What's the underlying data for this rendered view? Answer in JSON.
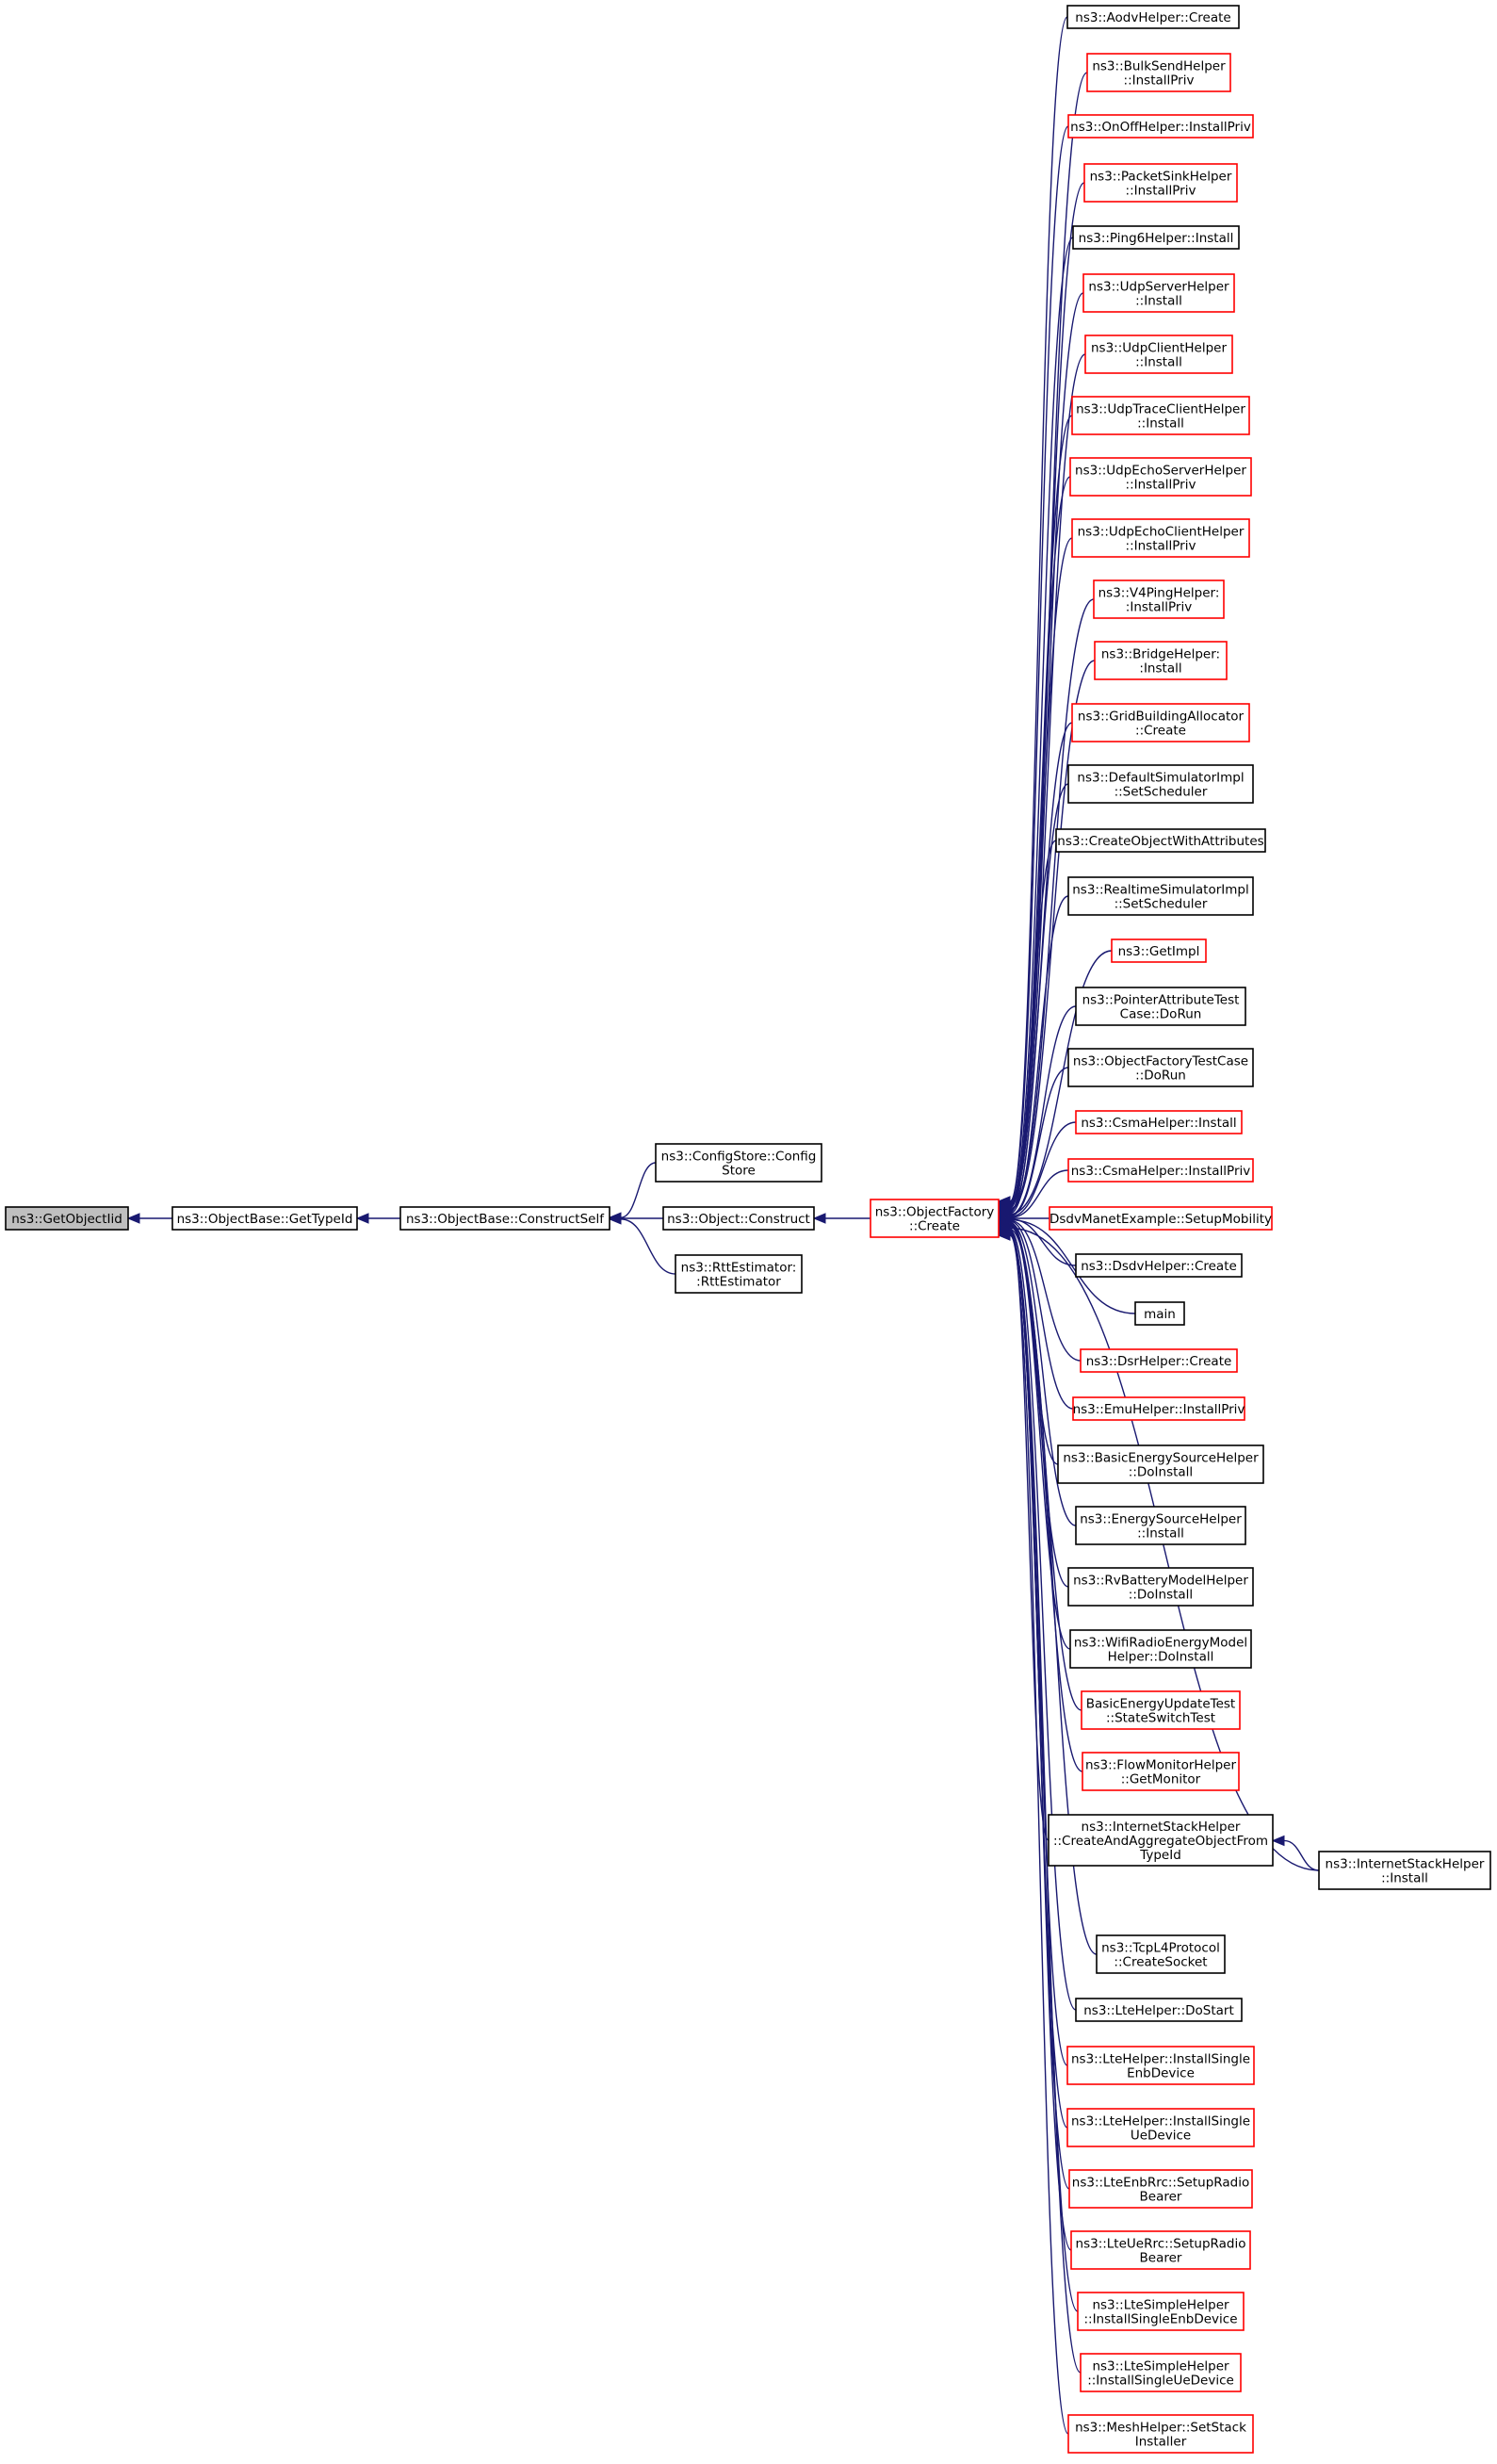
{
  "colors": {
    "edge": "#191970",
    "border_documented": "#000000",
    "border_truncated": "#ff0000",
    "fill_focus": "#bfbfbf",
    "fill_default": "#ffffff"
  },
  "nodes": [
    {
      "id": "getobjectiid",
      "lines": [
        "ns3::GetObjectIid"
      ],
      "border": "black",
      "focus": true
    },
    {
      "id": "objectbase-gettypeid",
      "lines": [
        "ns3::ObjectBase::GetTypeId"
      ],
      "border": "black"
    },
    {
      "id": "objectbase-constructself",
      "lines": [
        "ns3::ObjectBase::ConstructSelf"
      ],
      "border": "black"
    },
    {
      "id": "configstore-configstore",
      "lines": [
        "ns3::ConfigStore::Config",
        "Store"
      ],
      "border": "black"
    },
    {
      "id": "object-construct",
      "lines": [
        "ns3::Object::Construct"
      ],
      "border": "black"
    },
    {
      "id": "rttestimator-rttestimator",
      "lines": [
        "ns3::RttEstimator:",
        ":RttEstimator"
      ],
      "border": "black"
    },
    {
      "id": "objectfactory-create",
      "lines": [
        "ns3::ObjectFactory",
        "::Create"
      ],
      "border": "red"
    },
    {
      "id": "aodvhelper-create",
      "lines": [
        "ns3::AodvHelper::Create"
      ],
      "border": "black"
    },
    {
      "id": "bulksendhelper-installpriv",
      "lines": [
        "ns3::BulkSendHelper",
        "::InstallPriv"
      ],
      "border": "red"
    },
    {
      "id": "onoffhelper-installpriv",
      "lines": [
        "ns3::OnOffHelper::InstallPriv"
      ],
      "border": "red"
    },
    {
      "id": "packetsinkhelper-installpriv",
      "lines": [
        "ns3::PacketSinkHelper",
        "::InstallPriv"
      ],
      "border": "red"
    },
    {
      "id": "ping6helper-install",
      "lines": [
        "ns3::Ping6Helper::Install"
      ],
      "border": "black"
    },
    {
      "id": "udpserverhelper-install",
      "lines": [
        "ns3::UdpServerHelper",
        "::Install"
      ],
      "border": "red"
    },
    {
      "id": "udpclienthelper-install",
      "lines": [
        "ns3::UdpClientHelper",
        "::Install"
      ],
      "border": "red"
    },
    {
      "id": "udptraceclienthelper-install",
      "lines": [
        "ns3::UdpTraceClientHelper",
        "::Install"
      ],
      "border": "red"
    },
    {
      "id": "udpechoserverhelper-installpriv",
      "lines": [
        "ns3::UdpEchoServerHelper",
        "::InstallPriv"
      ],
      "border": "red"
    },
    {
      "id": "udpechoclienthelper-installpriv",
      "lines": [
        "ns3::UdpEchoClientHelper",
        "::InstallPriv"
      ],
      "border": "red"
    },
    {
      "id": "v4pinghelper-installpriv",
      "lines": [
        "ns3::V4PingHelper:",
        ":InstallPriv"
      ],
      "border": "red"
    },
    {
      "id": "bridgehelper-install",
      "lines": [
        "ns3::BridgeHelper:",
        ":Install"
      ],
      "border": "red"
    },
    {
      "id": "gridbuildingallocator-create",
      "lines": [
        "ns3::GridBuildingAllocator",
        "::Create"
      ],
      "border": "red"
    },
    {
      "id": "defaultsimulatorimpl-setscheduler",
      "lines": [
        "ns3::DefaultSimulatorImpl",
        "::SetScheduler"
      ],
      "border": "black"
    },
    {
      "id": "createobjectwithattributes",
      "lines": [
        "ns3::CreateObjectWithAttributes"
      ],
      "border": "black"
    },
    {
      "id": "realtimesimulatorimpl-setscheduler",
      "lines": [
        "ns3::RealtimeSimulatorImpl",
        "::SetScheduler"
      ],
      "border": "black"
    },
    {
      "id": "getimpl",
      "lines": [
        "ns3::GetImpl"
      ],
      "border": "red"
    },
    {
      "id": "pointerattributetestcase-dorun",
      "lines": [
        "ns3::PointerAttributeTest",
        "Case::DoRun"
      ],
      "border": "black"
    },
    {
      "id": "objectfactorytestcase-dorun",
      "lines": [
        "ns3::ObjectFactoryTestCase",
        "::DoRun"
      ],
      "border": "black"
    },
    {
      "id": "csmahelper-install",
      "lines": [
        "ns3::CsmaHelper::Install"
      ],
      "border": "red"
    },
    {
      "id": "csmahelper-installpriv",
      "lines": [
        "ns3::CsmaHelper::InstallPriv"
      ],
      "border": "red"
    },
    {
      "id": "dsdvmanetexample-setupmobility",
      "lines": [
        "DsdvManetExample::SetupMobility"
      ],
      "border": "red"
    },
    {
      "id": "dsdvhelper-create",
      "lines": [
        "ns3::DsdvHelper::Create"
      ],
      "border": "black"
    },
    {
      "id": "main",
      "lines": [
        "main"
      ],
      "border": "black"
    },
    {
      "id": "dsrhelper-create",
      "lines": [
        "ns3::DsrHelper::Create"
      ],
      "border": "red"
    },
    {
      "id": "emuhelper-installpriv",
      "lines": [
        "ns3::EmuHelper::InstallPriv"
      ],
      "border": "red"
    },
    {
      "id": "basicenergysourcehelper-doinstall",
      "lines": [
        "ns3::BasicEnergySourceHelper",
        "::DoInstall"
      ],
      "border": "black"
    },
    {
      "id": "energysourcehelper-install",
      "lines": [
        "ns3::EnergySourceHelper",
        "::Install"
      ],
      "border": "black"
    },
    {
      "id": "rvbatterymodelhelper-doinstall",
      "lines": [
        "ns3::RvBatteryModelHelper",
        "::DoInstall"
      ],
      "border": "black"
    },
    {
      "id": "wifiradioenergymodelhelper-doinstall",
      "lines": [
        "ns3::WifiRadioEnergyModel",
        "Helper::DoInstall"
      ],
      "border": "black"
    },
    {
      "id": "basicenergyupdatetest-stateswitchtest",
      "lines": [
        "BasicEnergyUpdateTest",
        "::StateSwitchTest"
      ],
      "border": "red"
    },
    {
      "id": "flowmonitorhelper-getmonitor",
      "lines": [
        "ns3::FlowMonitorHelper",
        "::GetMonitor"
      ],
      "border": "red"
    },
    {
      "id": "internetstackhelper-createandaggregate",
      "lines": [
        "ns3::InternetStackHelper",
        "::CreateAndAggregateObjectFrom",
        "TypeId"
      ],
      "border": "black"
    },
    {
      "id": "internetstackhelper-install",
      "lines": [
        "ns3::InternetStackHelper",
        "::Install"
      ],
      "border": "black"
    },
    {
      "id": "tcpl4protocol-createsocket",
      "lines": [
        "ns3::TcpL4Protocol",
        "::CreateSocket"
      ],
      "border": "black"
    },
    {
      "id": "ltehelper-dostart",
      "lines": [
        "ns3::LteHelper::DoStart"
      ],
      "border": "black"
    },
    {
      "id": "ltehelper-installsingleenbdevice",
      "lines": [
        "ns3::LteHelper::InstallSingle",
        "EnbDevice"
      ],
      "border": "red"
    },
    {
      "id": "ltehelper-installsingleuedevice",
      "lines": [
        "ns3::LteHelper::InstallSingle",
        "UeDevice"
      ],
      "border": "red"
    },
    {
      "id": "lteenbrrc-setupradiobearer",
      "lines": [
        "ns3::LteEnbRrc::SetupRadio",
        "Bearer"
      ],
      "border": "red"
    },
    {
      "id": "lteuerrc-setupradiobearer",
      "lines": [
        "ns3::LteUeRrc::SetupRadio",
        "Bearer"
      ],
      "border": "red"
    },
    {
      "id": "ltesimplehelper-installsingleenbdevice",
      "lines": [
        "ns3::LteSimpleHelper",
        "::InstallSingleEnbDevice"
      ],
      "border": "red"
    },
    {
      "id": "ltesimplehelper-installsingleuedevice",
      "lines": [
        "ns3::LteSimpleHelper",
        "::InstallSingleUeDevice"
      ],
      "border": "red"
    },
    {
      "id": "meshhelper-setstackinstaller",
      "lines": [
        "ns3::MeshHelper::SetStack",
        "Installer"
      ],
      "border": "red"
    }
  ],
  "edges": [
    {
      "from": "objectbase-gettypeid",
      "to": "getobjectiid"
    },
    {
      "from": "objectbase-constructself",
      "to": "objectbase-gettypeid"
    },
    {
      "from": "configstore-configstore",
      "to": "objectbase-constructself"
    },
    {
      "from": "object-construct",
      "to": "objectbase-constructself"
    },
    {
      "from": "rttestimator-rttestimator",
      "to": "objectbase-constructself"
    },
    {
      "from": "objectfactory-create",
      "to": "object-construct"
    },
    {
      "from": "aodvhelper-create",
      "to": "objectfactory-create"
    },
    {
      "from": "bulksendhelper-installpriv",
      "to": "objectfactory-create"
    },
    {
      "from": "onoffhelper-installpriv",
      "to": "objectfactory-create"
    },
    {
      "from": "packetsinkhelper-installpriv",
      "to": "objectfactory-create"
    },
    {
      "from": "ping6helper-install",
      "to": "objectfactory-create"
    },
    {
      "from": "udpserverhelper-install",
      "to": "objectfactory-create"
    },
    {
      "from": "udpclienthelper-install",
      "to": "objectfactory-create"
    },
    {
      "from": "udptraceclienthelper-install",
      "to": "objectfactory-create"
    },
    {
      "from": "udpechoserverhelper-installpriv",
      "to": "objectfactory-create"
    },
    {
      "from": "udpechoclienthelper-installpriv",
      "to": "objectfactory-create"
    },
    {
      "from": "v4pinghelper-installpriv",
      "to": "objectfactory-create"
    },
    {
      "from": "bridgehelper-install",
      "to": "objectfactory-create"
    },
    {
      "from": "gridbuildingallocator-create",
      "to": "objectfactory-create"
    },
    {
      "from": "defaultsimulatorimpl-setscheduler",
      "to": "objectfactory-create"
    },
    {
      "from": "createobjectwithattributes",
      "to": "objectfactory-create"
    },
    {
      "from": "realtimesimulatorimpl-setscheduler",
      "to": "objectfactory-create"
    },
    {
      "from": "getimpl",
      "to": "objectfactory-create"
    },
    {
      "from": "pointerattributetestcase-dorun",
      "to": "objectfactory-create"
    },
    {
      "from": "objectfactorytestcase-dorun",
      "to": "objectfactory-create"
    },
    {
      "from": "csmahelper-install",
      "to": "objectfactory-create"
    },
    {
      "from": "csmahelper-installpriv",
      "to": "objectfactory-create"
    },
    {
      "from": "dsdvmanetexample-setupmobility",
      "to": "objectfactory-create"
    },
    {
      "from": "dsdvhelper-create",
      "to": "objectfactory-create"
    },
    {
      "from": "main",
      "to": "objectfactory-create"
    },
    {
      "from": "dsrhelper-create",
      "to": "objectfactory-create"
    },
    {
      "from": "emuhelper-installpriv",
      "to": "objectfactory-create"
    },
    {
      "from": "basicenergysourcehelper-doinstall",
      "to": "objectfactory-create"
    },
    {
      "from": "energysourcehelper-install",
      "to": "objectfactory-create"
    },
    {
      "from": "rvbatterymodelhelper-doinstall",
      "to": "objectfactory-create"
    },
    {
      "from": "wifiradioenergymodelhelper-doinstall",
      "to": "objectfactory-create"
    },
    {
      "from": "basicenergyupdatetest-stateswitchtest",
      "to": "objectfactory-create"
    },
    {
      "from": "flowmonitorhelper-getmonitor",
      "to": "objectfactory-create"
    },
    {
      "from": "internetstackhelper-createandaggregate",
      "to": "objectfactory-create"
    },
    {
      "from": "internetstackhelper-install",
      "to": "objectfactory-create"
    },
    {
      "from": "internetstackhelper-install",
      "to": "internetstackhelper-createandaggregate"
    },
    {
      "from": "tcpl4protocol-createsocket",
      "to": "objectfactory-create"
    },
    {
      "from": "ltehelper-dostart",
      "to": "objectfactory-create"
    },
    {
      "from": "ltehelper-installsingleenbdevice",
      "to": "objectfactory-create"
    },
    {
      "from": "ltehelper-installsingleuedevice",
      "to": "objectfactory-create"
    },
    {
      "from": "lteenbrrc-setupradiobearer",
      "to": "objectfactory-create"
    },
    {
      "from": "lteuerrc-setupradiobearer",
      "to": "objectfactory-create"
    },
    {
      "from": "ltesimplehelper-installsingleenbdevice",
      "to": "objectfactory-create"
    },
    {
      "from": "ltesimplehelper-installsingleuedevice",
      "to": "objectfactory-create"
    },
    {
      "from": "meshhelper-setstackinstaller",
      "to": "objectfactory-create"
    }
  ]
}
